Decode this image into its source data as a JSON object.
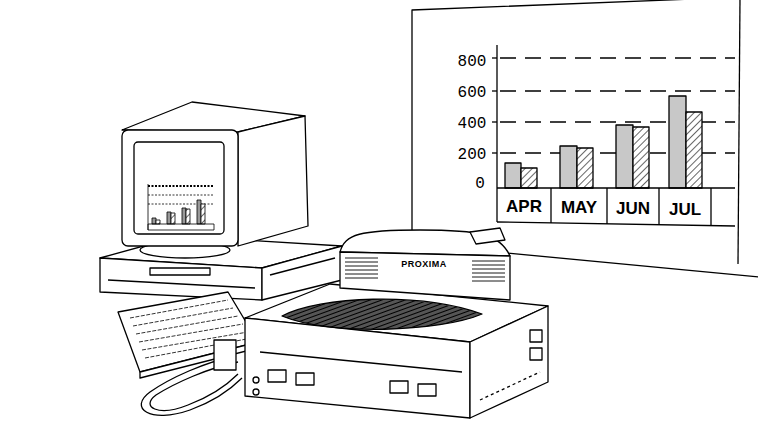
{
  "diagram": {
    "labels": [
      "800",
      "600",
      "400",
      "200",
      "0",
      "APR",
      "MAY",
      "JUN",
      "JUL",
      "PROXIMA"
    ]
  }
}
